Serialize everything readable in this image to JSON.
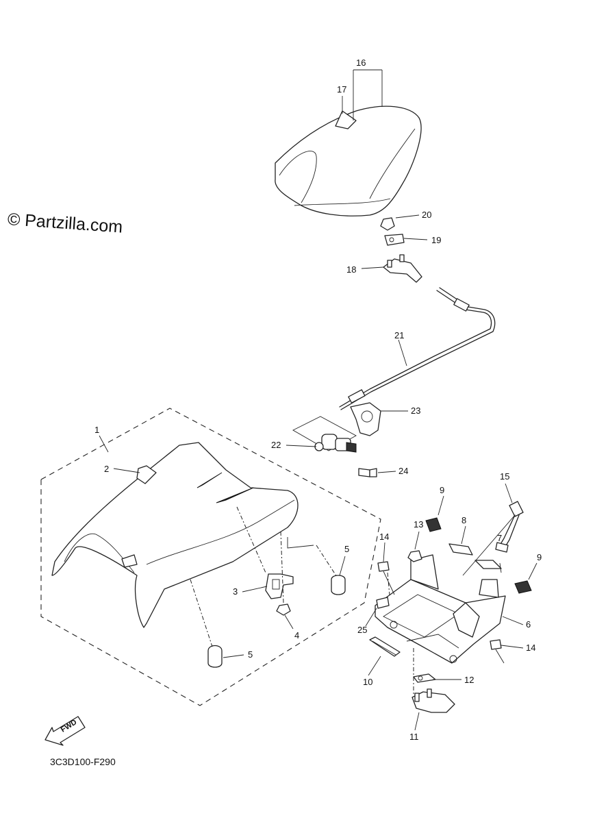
{
  "watermark": "© Partzilla.com",
  "diagram_code": "3C3D100-F290",
  "fwd_label": "FWD",
  "callouts": {
    "c1": "1",
    "c2": "2",
    "c3": "3",
    "c4": "4",
    "c5a": "5",
    "c5b": "5",
    "c6": "6",
    "c7": "7",
    "c8": "8",
    "c9a": "9",
    "c9b": "9",
    "c10": "10",
    "c11": "11",
    "c12": "12",
    "c13": "13",
    "c14a": "14",
    "c14b": "14",
    "c15": "15",
    "c16": "16",
    "c17": "17",
    "c18": "18",
    "c19": "19",
    "c20": "20",
    "c21": "21",
    "c22": "22",
    "c23": "23",
    "c24": "24",
    "c25": "25"
  }
}
